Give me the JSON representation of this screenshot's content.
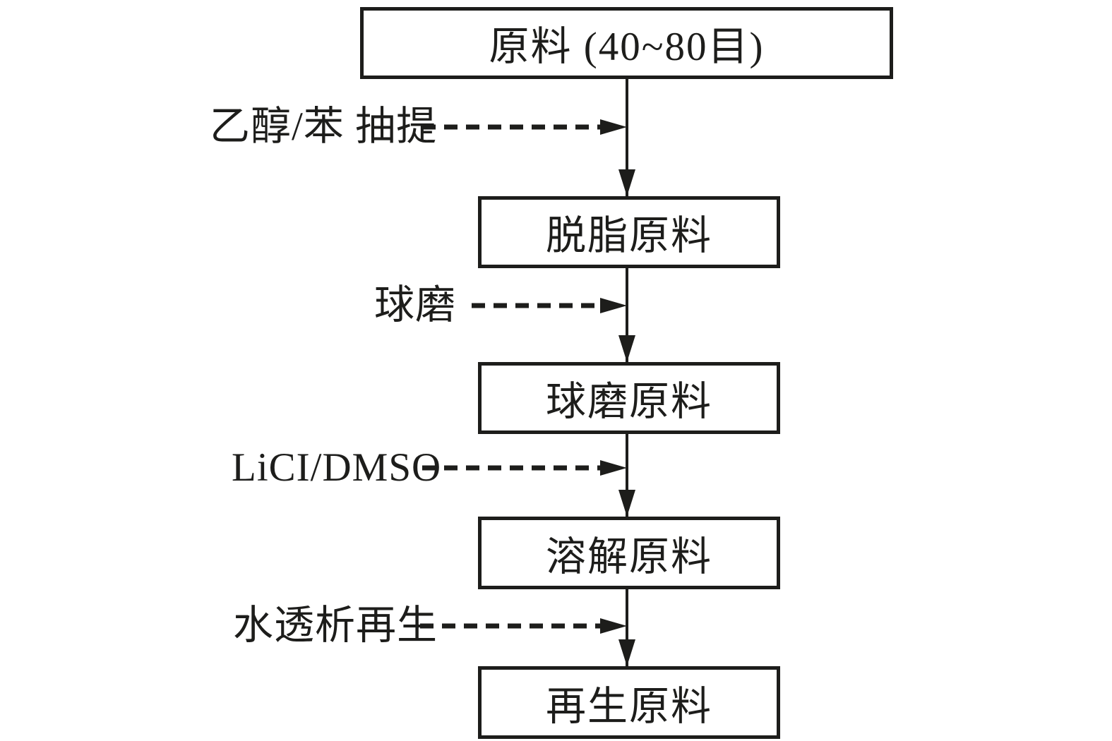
{
  "diagram": {
    "type": "flowchart",
    "direction": "top-down",
    "background_color": "#ffffff",
    "line_color": "#1d1d1b",
    "nodes": [
      {
        "label": "原料 (40~80目)"
      },
      {
        "label": "脱脂原料"
      },
      {
        "label": "球磨原料"
      },
      {
        "label": "溶解原料"
      },
      {
        "label": "再生原料"
      }
    ],
    "process_labels": [
      {
        "label": "乙醇/苯 抽提"
      },
      {
        "label": "球磨"
      },
      {
        "label": "LiCI/DMSO"
      },
      {
        "label": "水透析再生"
      }
    ],
    "edges": [
      {
        "from": 0,
        "to": 1,
        "process": "乙醇/苯 抽提"
      },
      {
        "from": 1,
        "to": 2,
        "process": "球磨"
      },
      {
        "from": 2,
        "to": 3,
        "process": "LiCI/DMSO"
      },
      {
        "from": 3,
        "to": 4,
        "process": "水透析再生"
      }
    ]
  }
}
